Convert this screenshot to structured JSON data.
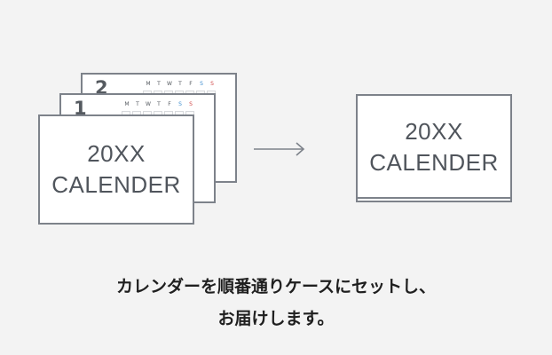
{
  "calendar_pages": [
    {
      "number": "2",
      "weekdays": [
        "M",
        "T",
        "W",
        "T",
        "F",
        "S",
        "S"
      ]
    },
    {
      "number": "1",
      "weekdays": [
        "M",
        "T",
        "W",
        "T",
        "F",
        "S",
        "S"
      ]
    }
  ],
  "cover": {
    "line1": "20XX",
    "line2": "CALENDER"
  },
  "packaged": {
    "line1": "20XX",
    "line2": "CALENDER"
  },
  "caption": {
    "line1": "カレンダーを順番通りケースにセットし、",
    "line2": "お届けします。"
  },
  "colors": {
    "border": "#7d828a",
    "background": "#f3f3f3",
    "saturday": "#3f8fd0",
    "sunday": "#d04848"
  },
  "icons": {
    "arrow": "right-arrow-icon"
  }
}
